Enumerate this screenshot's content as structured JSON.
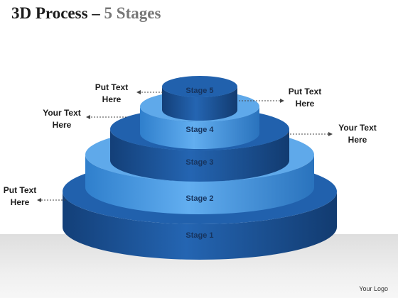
{
  "title": {
    "main": "3D Process – ",
    "sub": "5 Stages"
  },
  "stages": [
    {
      "label": "Stage 1"
    },
    {
      "label": "Stage 2"
    },
    {
      "label": "Stage 3"
    },
    {
      "label": "Stage 4"
    },
    {
      "label": "Stage 5"
    }
  ],
  "callouts": [
    {
      "line1": "Put Text",
      "line2": "Here"
    },
    {
      "line1": "Your Text",
      "line2": "Here"
    },
    {
      "line1": "Put Text",
      "line2": "Here"
    },
    {
      "line1": "Your Text",
      "line2": "Here"
    },
    {
      "line1": "Put Text",
      "line2": "Here"
    }
  ],
  "footer": "Your Logo",
  "colors": {
    "dark_top": "#2161ad",
    "dark_side": "#1b549a",
    "light_top": "#5fa9ea",
    "light_side": "#3d8edf",
    "arrow": "#444444"
  }
}
